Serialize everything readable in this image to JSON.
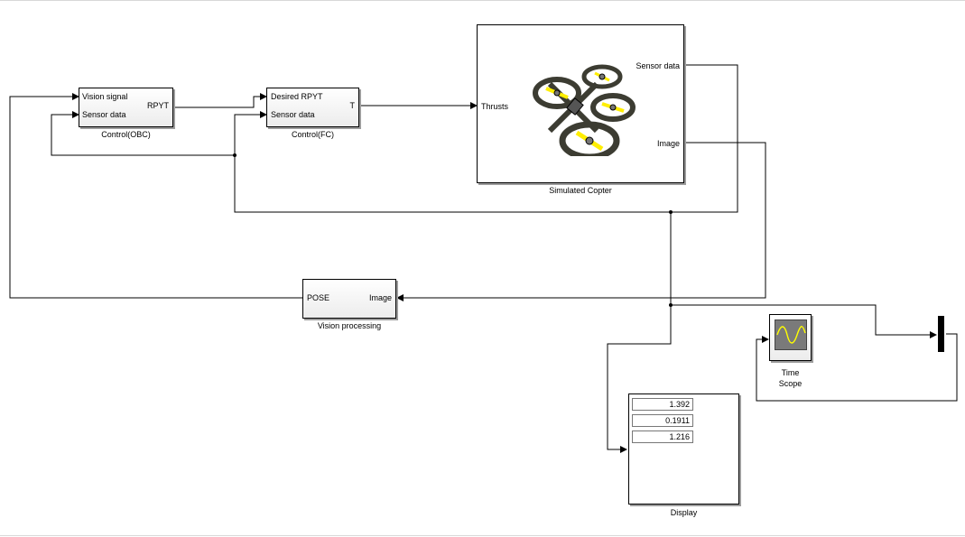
{
  "blocks": {
    "control_obc": {
      "caption": "Control(OBC)",
      "in_ports": [
        "Vision signal",
        "Sensor data"
      ],
      "out_ports": [
        "RPYT"
      ]
    },
    "control_fc": {
      "caption": "Control(FC)",
      "in_ports": [
        "Desired RPYT",
        "Sensor data"
      ],
      "out_ports": [
        "T"
      ]
    },
    "simulated_copter": {
      "caption": "Simulated Copter",
      "in_ports": [
        "Thrusts"
      ],
      "out_ports": [
        "Sensor data",
        "Image"
      ],
      "icon": "quadcopter-icon"
    },
    "vision_processing": {
      "caption": "Vision processing",
      "in_ports": [
        "Image"
      ],
      "out_ports": [
        "POSE"
      ]
    },
    "display": {
      "caption": "Display",
      "values": [
        "1.392",
        "0.1911",
        "1.216"
      ]
    },
    "time_scope": {
      "caption_line1": "Time",
      "caption_line2": "Scope",
      "icon": "scope-icon"
    },
    "mux": {
      "icon": "mux-icon"
    }
  },
  "colors": {
    "rotor_highlight": "#ffee00",
    "frame": "#3c3c32",
    "scope_trace": "#ffff00",
    "scope_screen": "#7a7a7a"
  }
}
